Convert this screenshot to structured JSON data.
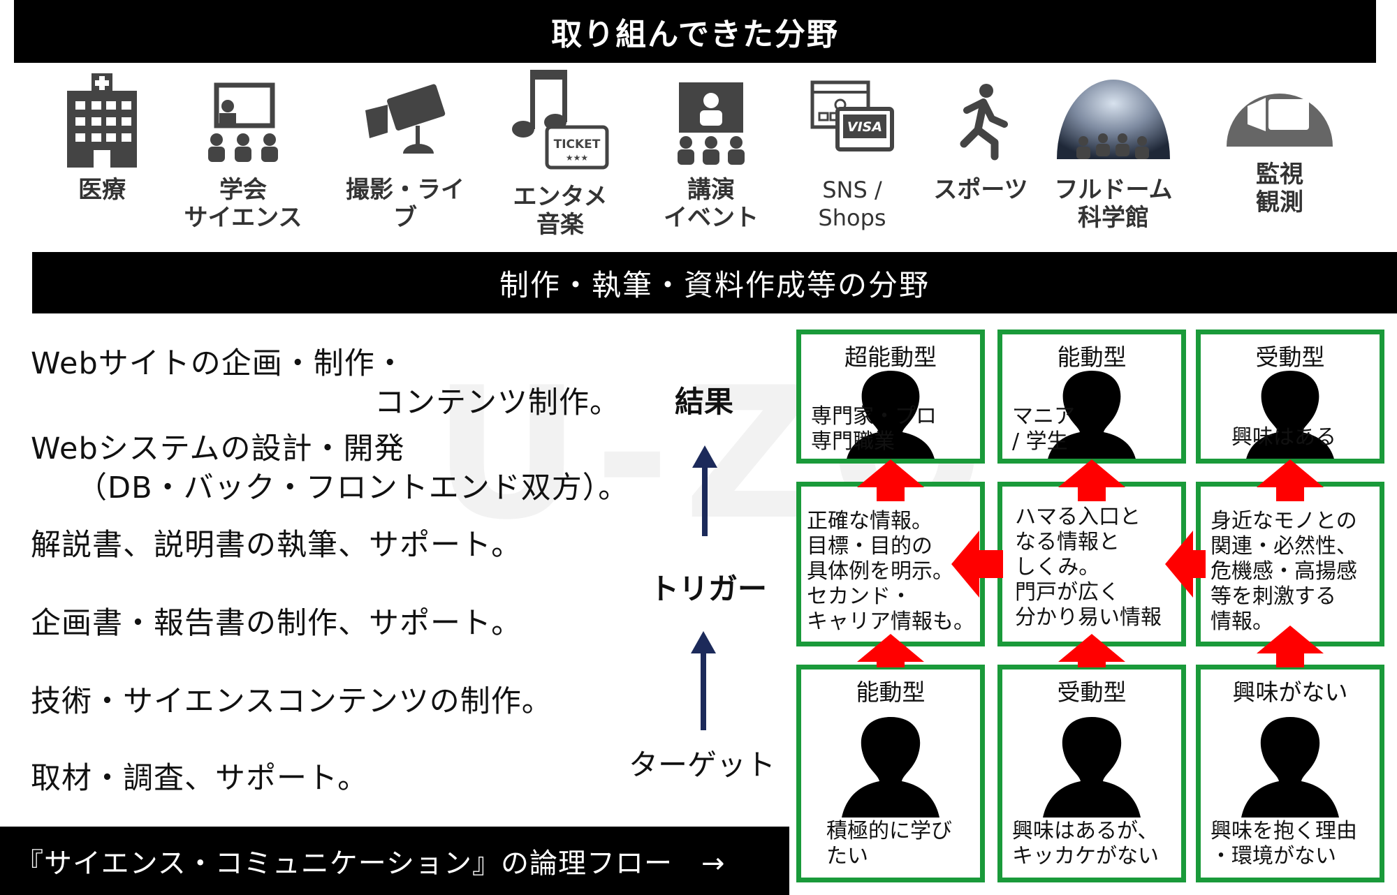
{
  "header_top": "取り組んできた分野",
  "fields": [
    {
      "label": "医療",
      "icon": "hospital-icon"
    },
    {
      "label": "学会\nサイエンス",
      "icon": "lecture-icon"
    },
    {
      "label": "撮影・ライブ",
      "icon": "camera-icon"
    },
    {
      "label": "エンタメ\n音楽",
      "icon": "music-ticket-icon"
    },
    {
      "label": "講演\nイベント",
      "icon": "audience-icon"
    },
    {
      "label": "SNS /\nShops",
      "icon": "web-shop-icon"
    },
    {
      "label": "スポーツ",
      "icon": "runner-icon"
    },
    {
      "label": "フルドーム\n科学館",
      "icon": "dome-icon"
    },
    {
      "label": "監視\n観測",
      "icon": "observation-icon"
    }
  ],
  "header_mid": "制作・執筆・資料作成等の分野",
  "works": [
    "Webサイトの企画・制作・",
    "コンテンツ制作。",
    "Webシステムの設計・開発",
    "（DB・バック・フロントエンド双方）。",
    "解説書、説明書の執筆、サポート。",
    "企画書・報告書の制作、サポート。",
    "技術・サイエンスコンテンツの制作。",
    "取材・調査、サポート。"
  ],
  "flow_labels": {
    "result": "結果",
    "trigger": "トリガー",
    "target": "ターゲット"
  },
  "watermark": "U-ZO",
  "top_row": [
    {
      "title": "超能動型",
      "desc": "専門家・プロ\n専門職業"
    },
    {
      "title": "能動型",
      "desc": "マニア\n / 学生"
    },
    {
      "title": "受動型",
      "desc": "興味はある"
    }
  ],
  "middle_row": [
    {
      "desc": "正確な情報。\n目標・目的の\n具体例を明示。\nセカンド・\nキャリア情報も。"
    },
    {
      "desc": "ハマる入口と\nなる情報と\nしくみ。\n門戸が広く\n分かり易い情報"
    },
    {
      "desc": "身近なモノとの\n関連・必然性、\n危機感・高揚感\n等を刺激する\n情報。"
    }
  ],
  "bottom_row": [
    {
      "title": "能動型",
      "desc": "積極的に学び\nたい"
    },
    {
      "title": "受動型",
      "desc": "興味はあるが、\nキッカケがない"
    },
    {
      "title": "興味がない",
      "desc": "興味を抱く理由\n・環境がない"
    }
  ],
  "footer": "『サイエンス・コミュニケーション』の論理フロー　→",
  "colors": {
    "card_border": "#1a9a3a",
    "arrow_red": "#ff0000",
    "icon_gray": "#444444",
    "bar_black": "#000000",
    "flow_arrow_blue": "#1c2a5a"
  }
}
